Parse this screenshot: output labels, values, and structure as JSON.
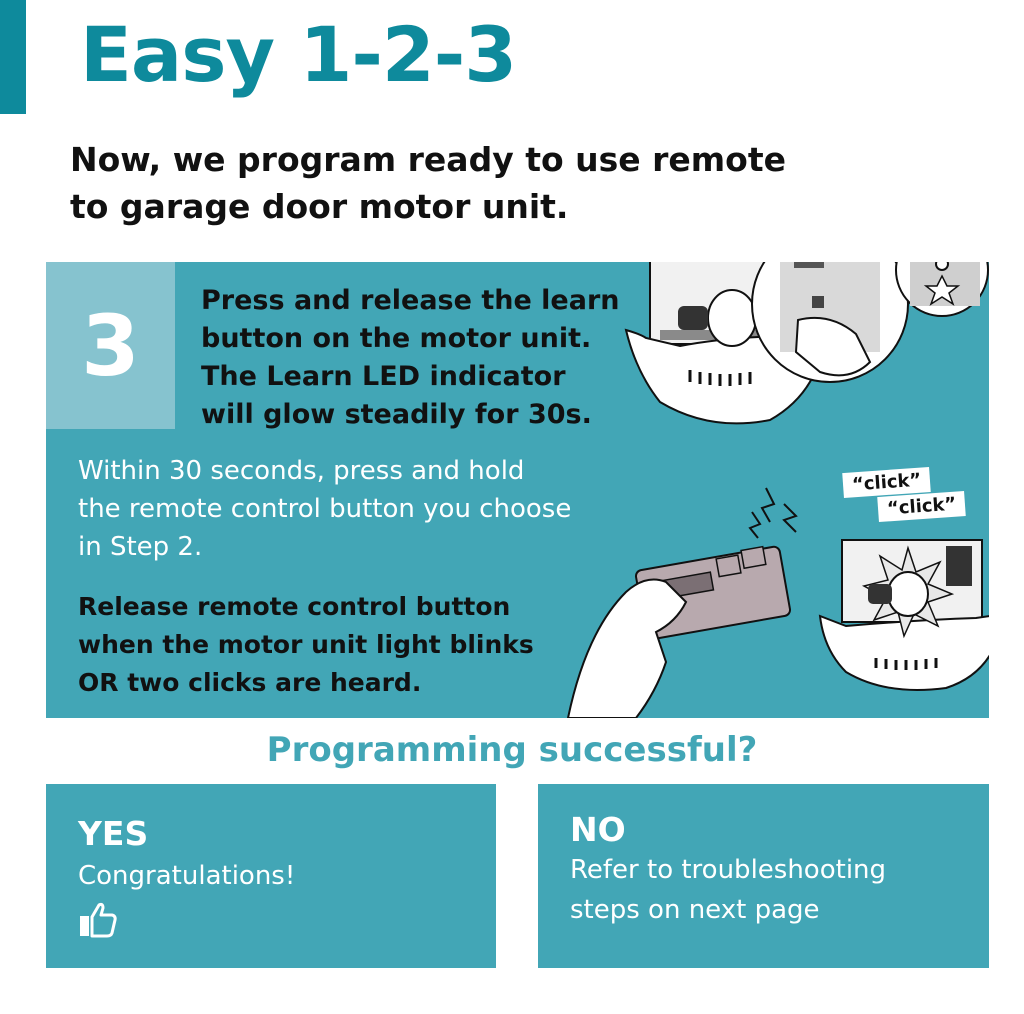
{
  "header": {
    "title": "Easy 1-2-3"
  },
  "intro": {
    "lines": [
      "Now, we program ready to use remote",
      "to garage door motor unit."
    ]
  },
  "step": {
    "number": "3",
    "lines": [
      "Press and release the learn",
      "button on the motor unit.",
      "The Learn LED indicator",
      "will glow steadily for 30s."
    ]
  },
  "instructions": {
    "hold": [
      "Within 30 seconds, press and hold",
      "the remote control button you choose",
      "in Step 2."
    ],
    "release": [
      "Release remote control button",
      "when the motor unit light blinks",
      "OR two clicks are heard."
    ]
  },
  "sounds": {
    "click1": "“click”",
    "click2": "“click”"
  },
  "question": "Programming successful?",
  "yes": {
    "title": "YES",
    "message": "Congratulations!",
    "icon": "thumbs-up-icon"
  },
  "no": {
    "title": "NO",
    "lines": [
      "Refer to troubleshooting",
      "steps on next page"
    ]
  },
  "colors": {
    "accent": "#0e8a9c",
    "panel": "#42a6b6",
    "panel_light": "#86c3cf",
    "text_dark": "#111111",
    "white": "#ffffff"
  }
}
